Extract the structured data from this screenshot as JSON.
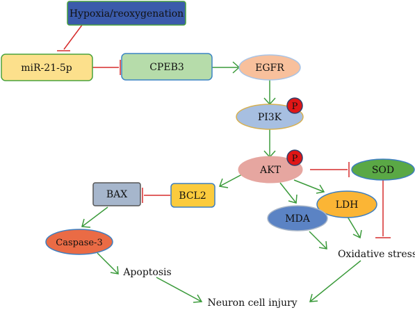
{
  "nodes": {
    "hypoxia": "Hypoxia/reoxygenation",
    "mir": "miR-21-5p",
    "cpeb3": "CPEB3",
    "egfr": "EGFR",
    "pi3k": "PI3K",
    "pi3k_p": "P",
    "akt": "AKT",
    "akt_p": "P",
    "sod": "SOD",
    "bcl2": "BCL2",
    "bax": "BAX",
    "ldh": "LDH",
    "mda": "MDA",
    "caspase3": "Caspase-3",
    "oxidative": "Oxidative stress",
    "apoptosis": "Apoptosis",
    "neuron": "Neuron cell injury"
  },
  "colors": {
    "activation": "#3a9a3a",
    "inhibition": "#d62b2b",
    "hypoxia_fill": "#3b5bab",
    "mir_fill": "#fce08c",
    "cpeb3_fill": "#b6dcaa",
    "egfr_fill": "#f8c09c",
    "pi3k_fill": "#a7bfe1",
    "akt_fill": "#e6a6a0",
    "sod_fill": "#5aa845",
    "bcl2_fill": "#fbcb3d",
    "bax_fill": "#a6b6cc",
    "ldh_fill": "#fbb535",
    "mda_fill": "#5b83c4",
    "caspase_fill": "#ea6b45",
    "phospho_fill": "#e01616"
  }
}
